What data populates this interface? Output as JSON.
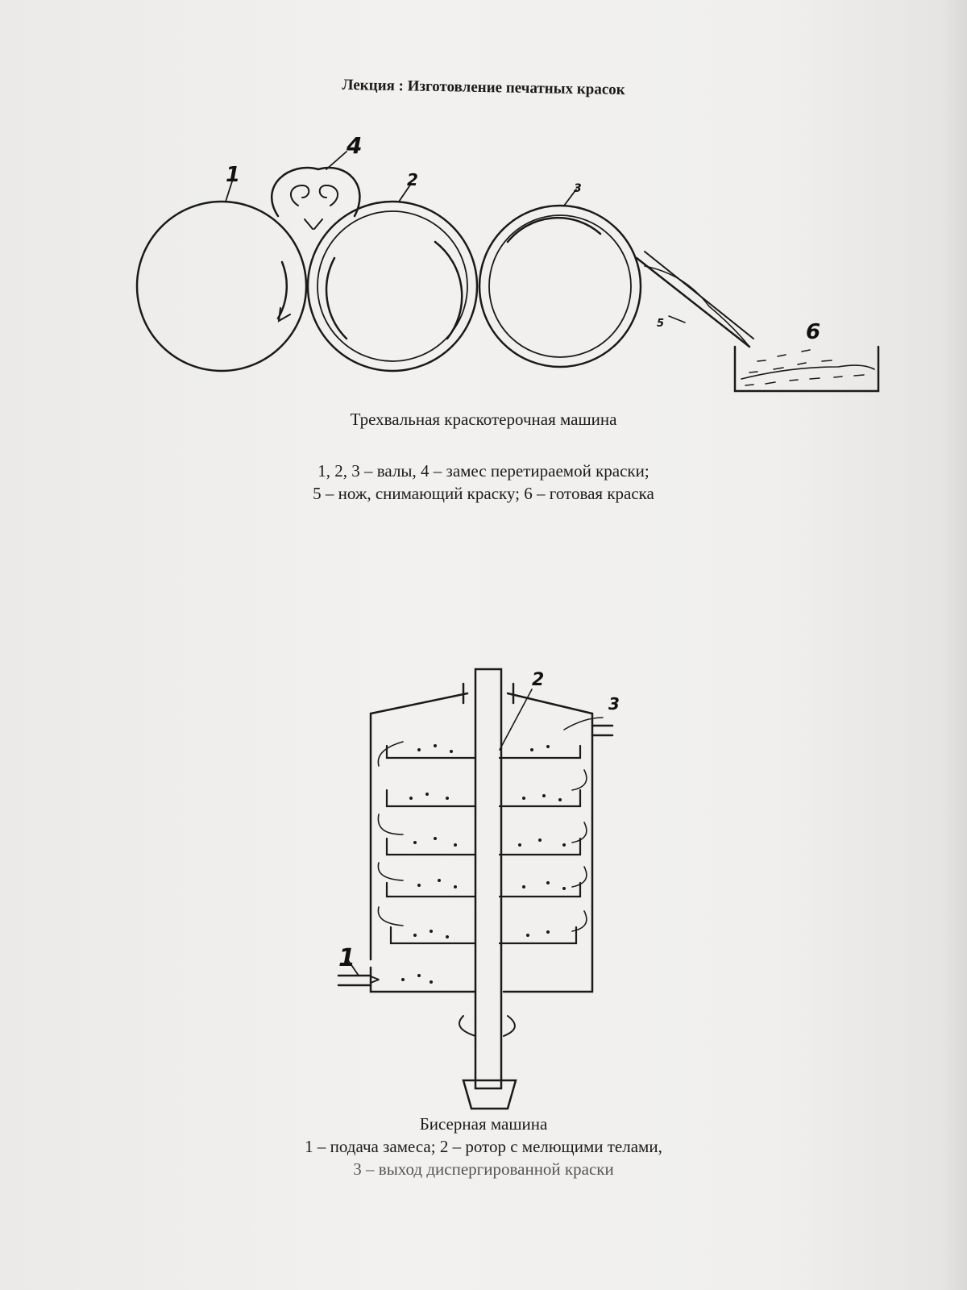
{
  "document": {
    "title": "Лекция : Изготовление печатных красок"
  },
  "figure1": {
    "caption": "Трехвальная краскотерочная машина",
    "legend_line1": "1, 2, 3 – валы, 4 – замес перетираемой краски;",
    "legend_line2": "5 – нож, снимающий краску; 6 – готовая краска",
    "labels": [
      "1",
      "2",
      "3",
      "4",
      "5",
      "6"
    ]
  },
  "figure2": {
    "caption": "Бисерная машина",
    "legend_line1": "1 – подача замеса; 2 – ротор с мелющими телами,",
    "legend_line2": "3 – выход диспергированной краски",
    "labels": [
      "1",
      "2",
      "3"
    ]
  }
}
